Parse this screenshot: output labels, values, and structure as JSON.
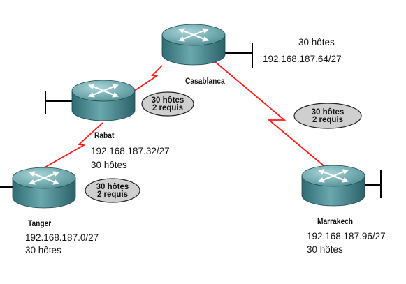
{
  "routers": {
    "casablanca": {
      "name": "Casablanca",
      "hosts": "30 hôtes",
      "network": "192.168.187.64/27"
    },
    "rabat": {
      "name": "Rabat",
      "network": "192.168.187.32/27",
      "hosts": "30 hôtes"
    },
    "tanger": {
      "name": "Tanger",
      "network": "192.168.187.0/27",
      "hosts": "30 hôtes"
    },
    "marrakech": {
      "name": "Marrakech",
      "network": "192.168.187.96/27",
      "hosts": "30 hôtes"
    }
  },
  "wan_links": [
    {
      "line1": "30 hôtes",
      "line2": "2 requis"
    },
    {
      "line1": "30 hôtes",
      "line2": "2 requis"
    },
    {
      "line1": "30 hôtes",
      "line2": "2 requis"
    }
  ],
  "colors": {
    "serial_link": "#ff1a1a",
    "ethernet": "#000000",
    "router_body": "#5f9aa0",
    "bubble_fill": "#cfcfcf"
  }
}
